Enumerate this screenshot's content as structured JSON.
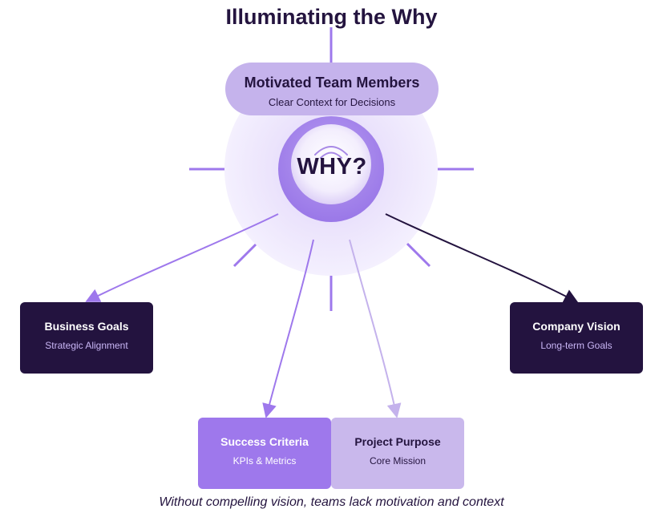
{
  "title": "Illuminating the Why",
  "top_node": {
    "title": "Motivated Team Members",
    "subtitle": "Clear Context for Decisions"
  },
  "center_label": "WHY?",
  "nodes": {
    "business_goals": {
      "title": "Business Goals",
      "subtitle": "Strategic Alignment"
    },
    "company_vision": {
      "title": "Company Vision",
      "subtitle": "Long-term Goals"
    },
    "success_criteria": {
      "title": "Success Criteria",
      "subtitle": "KPIs & Metrics"
    },
    "project_purpose": {
      "title": "Project Purpose",
      "subtitle": "Core Mission"
    }
  },
  "caption": "Without compelling vision, teams lack motivation and context",
  "colors": {
    "dark": "#23133f",
    "accent": "#9e78ec",
    "light": "#c9b8ec",
    "glow": "#efe9fd"
  }
}
